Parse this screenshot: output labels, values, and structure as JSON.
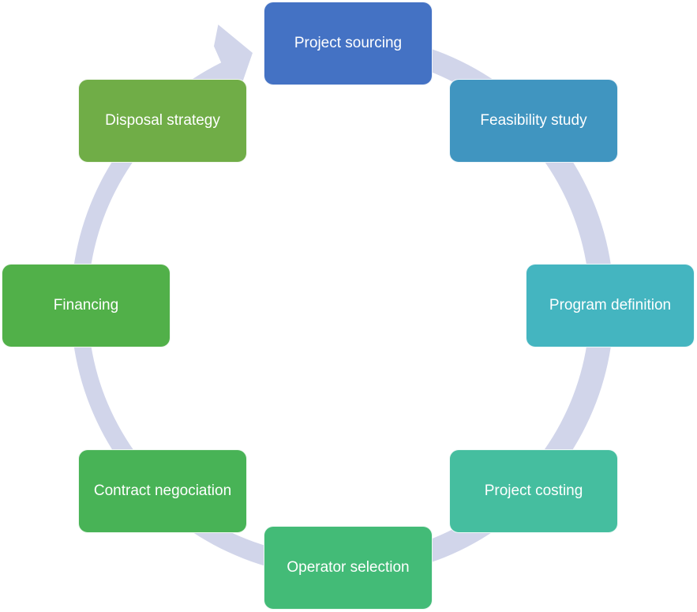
{
  "diagram": {
    "type": "cycle",
    "ring_color": "#D1D5EA",
    "steps": [
      {
        "label": "Project sourcing",
        "color": "#4472C4"
      },
      {
        "label": "Feasibility study",
        "color": "#4095C0"
      },
      {
        "label": "Program definition",
        "color": "#44B5C0"
      },
      {
        "label": "Project costing",
        "color": "#45BE9F"
      },
      {
        "label": "Operator selection",
        "color": "#43BB77"
      },
      {
        "label": "Contract negociation",
        "color": "#48B356"
      },
      {
        "label": "Financing",
        "color": "#51B049"
      },
      {
        "label": "Disposal strategy",
        "color": "#70AD47"
      }
    ]
  }
}
